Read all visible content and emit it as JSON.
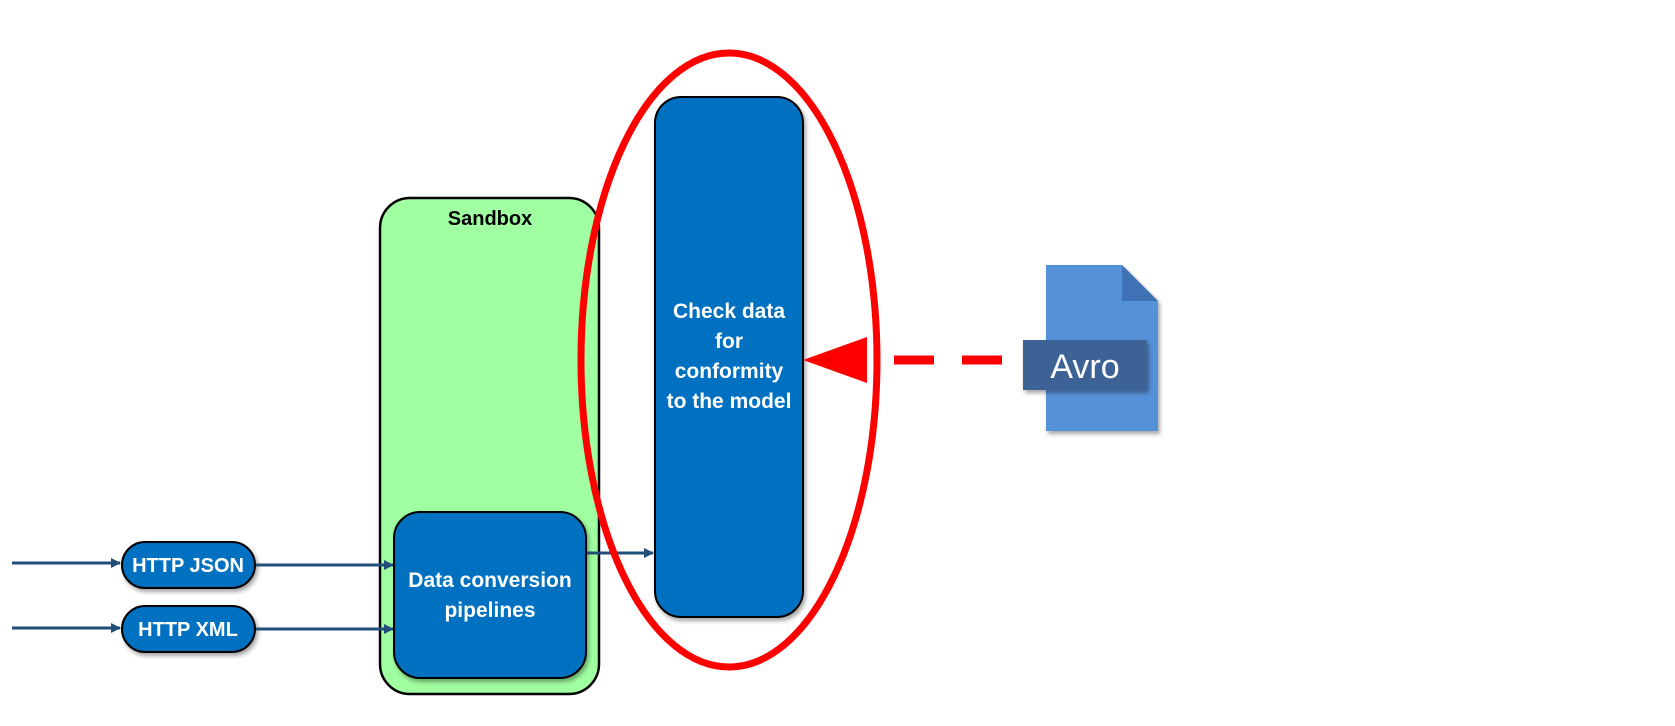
{
  "sandbox": {
    "title": "Sandbox"
  },
  "inputs": [
    {
      "label": "HTTP JSON"
    },
    {
      "label": "HTTP XML"
    }
  ],
  "pipelines": {
    "line1": "Data conversion",
    "line2": "pipelines"
  },
  "check": {
    "line1": "Check data",
    "line2": "for",
    "line3": "conformity",
    "line4": "to the model"
  },
  "schema_file": {
    "label": "Avro"
  },
  "colors": {
    "node_blue": "#0070c0",
    "arrow_navy": "#1f4e79",
    "sandbox_green": "#a0ffa0",
    "highlight_red": "#ff0000",
    "doc_blue": "#5591d9",
    "doc_label_bg": "#3c6496"
  }
}
